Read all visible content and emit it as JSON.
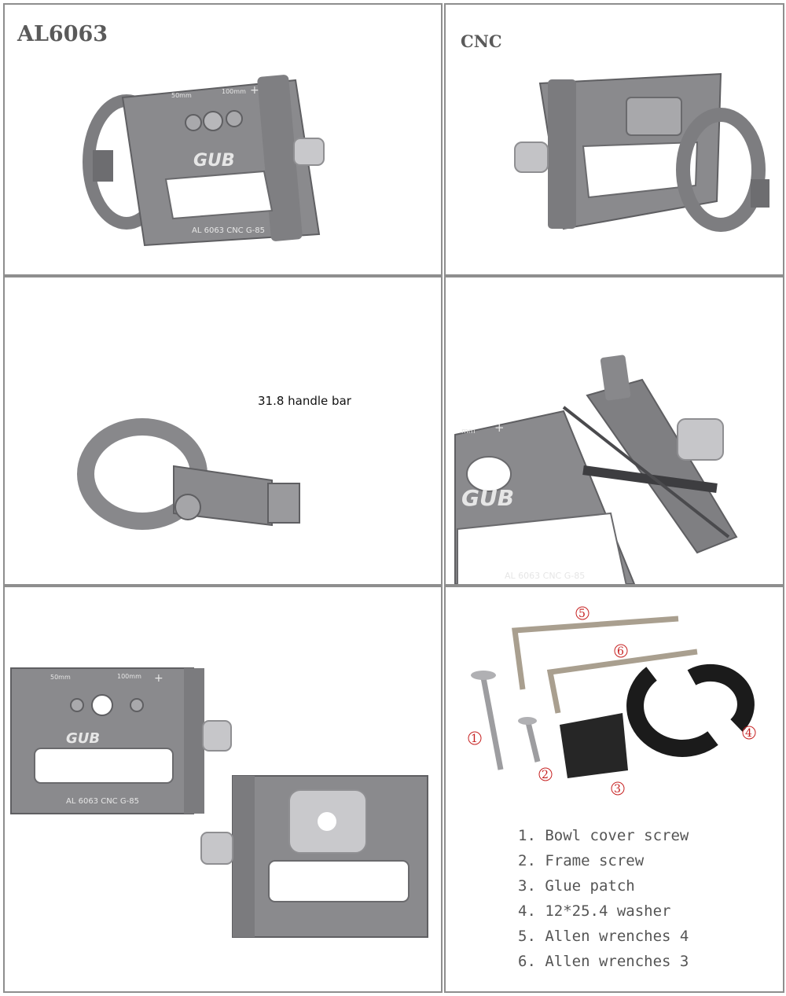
{
  "panel1": {
    "title": "AL6063",
    "scale_short": "50mm",
    "scale_long": "100mm",
    "plus": "+",
    "brand": "GUB",
    "engraving": "AL 6063 CNC  G-85"
  },
  "panel2": {
    "title": "CNC"
  },
  "panel3": {
    "caption": "31.8 handle bar"
  },
  "panel4": {
    "scale": "mm",
    "plus": "+",
    "brand": "GUB",
    "engraving": "AL 6063 CNC  G-85"
  },
  "panel5": {
    "scale_short": "50mm",
    "scale_long": "100mm",
    "plus": "+",
    "brand": "GUB",
    "engraving": "AL 6063 CNC  G-85"
  },
  "panel6": {
    "markers": [
      "1",
      "2",
      "3",
      "4",
      "5",
      "6"
    ],
    "items": [
      "1. Bowl cover screw",
      "2. Frame screw",
      "3. Glue patch",
      "4. 12*25.4 washer",
      "5. Allen wrenches 4",
      "6. Allen wrenches 3"
    ]
  },
  "colors": {
    "metal": "#8a8a8d",
    "metal_dark": "#5f5f62",
    "metal_light": "#b5b5b8",
    "border": "#8e8e8e",
    "marker_red": "#c62020",
    "rubber": "#1b1b1b"
  }
}
